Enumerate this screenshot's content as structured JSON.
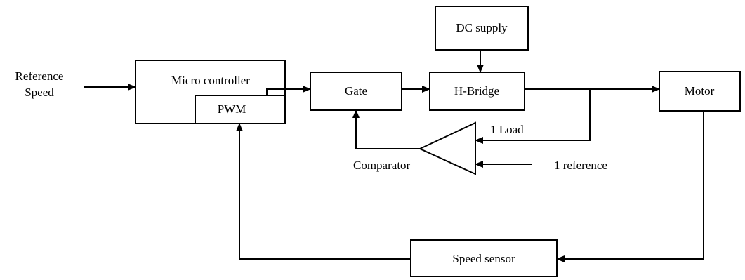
{
  "blocks": {
    "dc_supply": "DC supply",
    "micro_controller": "Micro controller",
    "pwm": "PWM",
    "gate": "Gate",
    "h_bridge": "H-Bridge",
    "motor": "Motor",
    "speed_sensor": "Speed sensor",
    "comparator": "Comparator"
  },
  "signals": {
    "reference_speed_line1": "Reference",
    "reference_speed_line2": "Speed",
    "load": "1 Load",
    "reference": "1 reference"
  },
  "colors": {
    "line": "#000000",
    "background": "#ffffff"
  }
}
